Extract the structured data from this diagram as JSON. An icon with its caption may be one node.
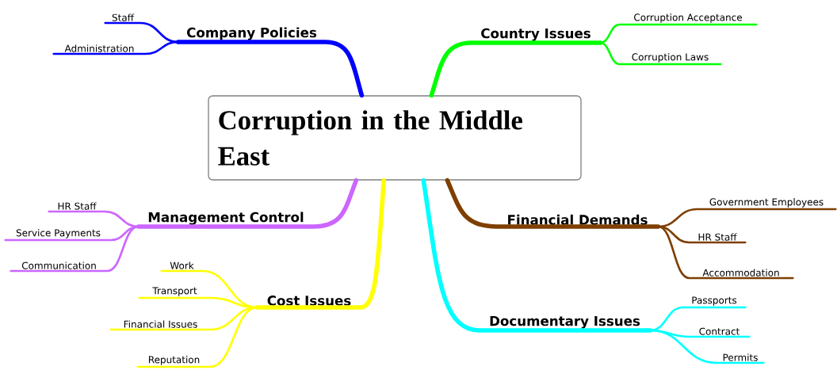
{
  "diagram": {
    "nodes": [
      {
        "text": [
          "Corruption in the Middle East"
        ]
      },
      {
        "text": [
          "Company Policies"
        ]
      },
      {
        "text": [
          "Staff"
        ]
      },
      {
        "text": [
          "Administration"
        ]
      },
      {
        "text": [
          "Country Issues"
        ]
      },
      {
        "text": [
          "Corruption Acceptance"
        ]
      },
      {
        "text": [
          "Corruption Laws"
        ]
      },
      {
        "text": [
          "Management Control"
        ]
      },
      {
        "text": [
          "HR Staff"
        ]
      },
      {
        "text": [
          "Service Payments"
        ]
      },
      {
        "text": [
          "Communication"
        ]
      },
      {
        "text": [
          "Cost Issues"
        ]
      },
      {
        "text": [
          "Work"
        ]
      },
      {
        "text": [
          "Transport"
        ]
      },
      {
        "text": [
          "Financial Issues"
        ]
      },
      {
        "text": [
          "Reputation"
        ]
      },
      {
        "text": [
          "Financial Demands"
        ]
      },
      {
        "text": [
          "Government Employees"
        ]
      },
      {
        "text": [
          "HR Staff"
        ]
      },
      {
        "text": [
          "Accommodation"
        ]
      },
      {
        "text": [
          "Documentary Issues"
        ]
      },
      {
        "text": [
          "Passports"
        ]
      },
      {
        "text": [
          "Contract"
        ]
      },
      {
        "text": [
          "Permits"
        ]
      }
    ],
    "edges": [
      {
        "from": 0,
        "to": 1,
        "arrow": "none",
        "style": "thick",
        "color": "#0000ff"
      },
      {
        "from": 1,
        "to": 2,
        "arrow": "none",
        "color": "#0000ff"
      },
      {
        "from": 1,
        "to": 3,
        "arrow": "none",
        "color": "#0000ff"
      },
      {
        "from": 0,
        "to": 4,
        "arrow": "none",
        "style": "thick",
        "color": "#00ff00"
      },
      {
        "from": 4,
        "to": 5,
        "arrow": "none",
        "color": "#00ff00"
      },
      {
        "from": 4,
        "to": 6,
        "arrow": "none",
        "color": "#00ff00"
      },
      {
        "from": 0,
        "to": 7,
        "arrow": "none",
        "style": "thick",
        "color": "#cc66ff"
      },
      {
        "from": 7,
        "to": 8,
        "arrow": "none",
        "color": "#cc66ff"
      },
      {
        "from": 7,
        "to": 9,
        "arrow": "none",
        "color": "#cc66ff"
      },
      {
        "from": 7,
        "to": 10,
        "arrow": "none",
        "color": "#cc66ff"
      },
      {
        "from": 0,
        "to": 11,
        "arrow": "none",
        "style": "thick",
        "color": "#ffff00"
      },
      {
        "from": 11,
        "to": 12,
        "arrow": "none",
        "color": "#ffff00"
      },
      {
        "from": 11,
        "to": 13,
        "arrow": "none",
        "color": "#ffff00"
      },
      {
        "from": 11,
        "to": 14,
        "arrow": "none",
        "color": "#ffff00"
      },
      {
        "from": 11,
        "to": 15,
        "arrow": "none",
        "color": "#ffff00"
      },
      {
        "from": 0,
        "to": 16,
        "arrow": "none",
        "style": "thick",
        "color": "#7f3f00"
      },
      {
        "from": 16,
        "to": 17,
        "arrow": "none",
        "color": "#7f3f00"
      },
      {
        "from": 16,
        "to": 18,
        "arrow": "none",
        "color": "#7f3f00"
      },
      {
        "from": 16,
        "to": 19,
        "arrow": "none",
        "color": "#7f3f00"
      },
      {
        "from": 0,
        "to": 20,
        "arrow": "none",
        "style": "thick",
        "color": "#00ffff"
      },
      {
        "from": 20,
        "to": 21,
        "arrow": "none",
        "color": "#00ffff"
      },
      {
        "from": 20,
        "to": 22,
        "arrow": "none",
        "color": "#00ffff"
      },
      {
        "from": 20,
        "to": 23,
        "arrow": "none",
        "color": "#00ffff"
      }
    ]
  }
}
